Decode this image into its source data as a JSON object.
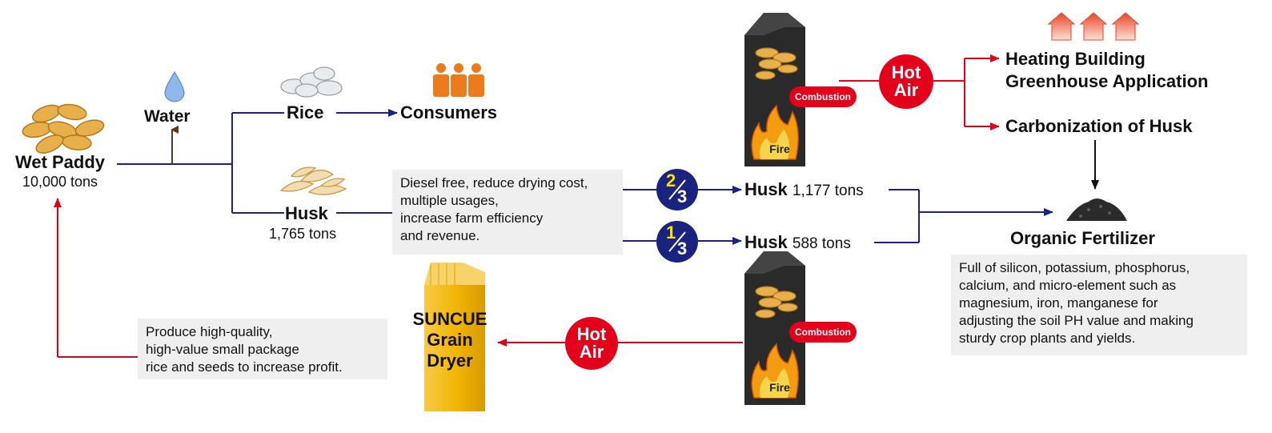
{
  "wet_paddy": {
    "label": "Wet Paddy",
    "amount": "10,000 tons"
  },
  "water": {
    "label": "Water"
  },
  "rice": {
    "label": "Rice"
  },
  "consumers": {
    "label": "Consumers"
  },
  "husk_source": {
    "label": "Husk",
    "amount": "1,765 tons"
  },
  "benefit_note": "Diesel free, reduce drying cost,\nmultiple usages,\nincrease farm efficiency\nand revenue.",
  "fraction_top": {
    "numerator": "2",
    "denominator": "3"
  },
  "fraction_bottom": {
    "numerator": "1",
    "denominator": "3"
  },
  "husk_top": {
    "label": "Husk",
    "amount": "1,177 tons"
  },
  "husk_bottom": {
    "label": "Husk",
    "amount": "588 tons"
  },
  "furnace_top": {
    "combustion": "Combustion",
    "fire": "Fire"
  },
  "furnace_bottom": {
    "combustion": "Combustion",
    "fire": "Fire"
  },
  "hot_air_top": {
    "line1": "Hot",
    "line2": "Air"
  },
  "hot_air_bottom": {
    "line1": "Hot",
    "line2": "Air"
  },
  "heating": {
    "line1": "Heating Building",
    "line2": "Greenhouse Application"
  },
  "carbonization": {
    "label": "Carbonization of Husk"
  },
  "fertilizer": {
    "label": "Organic Fertilizer",
    "note": "Full of silicon, potassium, phosphorus,\ncalcium, and micro-element such as\nmagnesium, iron, manganese for\nadjusting the soil PH value and making\nsturdy crop plants and yields."
  },
  "dryer": {
    "line1": "SUNCUE",
    "line2": "Grain",
    "line3": "Dryer"
  },
  "product_note": "Produce high-quality,\nhigh-value small package\nrice and seeds to increase profit.",
  "colors": {
    "navy": "#1a237e",
    "red": "#e2001a",
    "brown": "#5b3a1a",
    "dryer": "#f2b705"
  }
}
